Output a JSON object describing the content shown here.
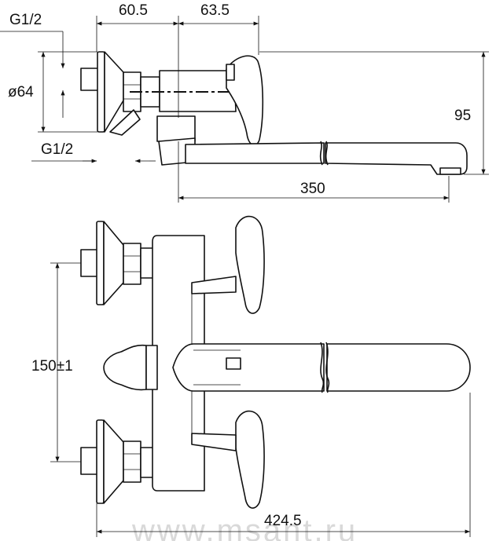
{
  "dimensions": {
    "thread_top": "G1/2",
    "width_flange": "60.5",
    "width_body": "63.5",
    "flange_diameter": "ø64",
    "height": "95",
    "thread_bottom": "G1/2",
    "spout_length": "350",
    "inlet_spacing": "150±1",
    "overall_length": "424.5"
  },
  "watermark": "www.msant.ru",
  "colors": {
    "line": "#111111",
    "background": "#ffffff",
    "watermark": "#d9d9d9"
  }
}
